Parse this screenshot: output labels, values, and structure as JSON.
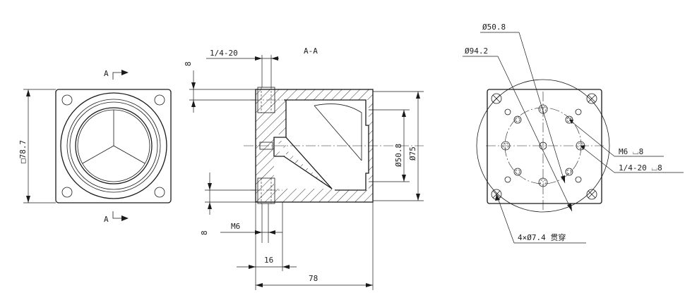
{
  "labels": {
    "section_title": "A-A",
    "section_mark": "A",
    "square_size": "□78.7",
    "thread_quarter": "1/4-20",
    "depth_top": "8",
    "depth_bottom": "8",
    "thread_m6": "M6",
    "dim_16": "16",
    "dim_78": "78",
    "dia_50_8_section": "Ø50.8",
    "dia_75": "Ø75",
    "dia_50_8_pcd": "Ø50.8",
    "dia_94_2": "Ø94.2",
    "m6_callout": "M6 ⌴8",
    "quarter_callout": "1/4-20 ⌴8",
    "through_holes": "4×Ø7.4 贯穿"
  }
}
